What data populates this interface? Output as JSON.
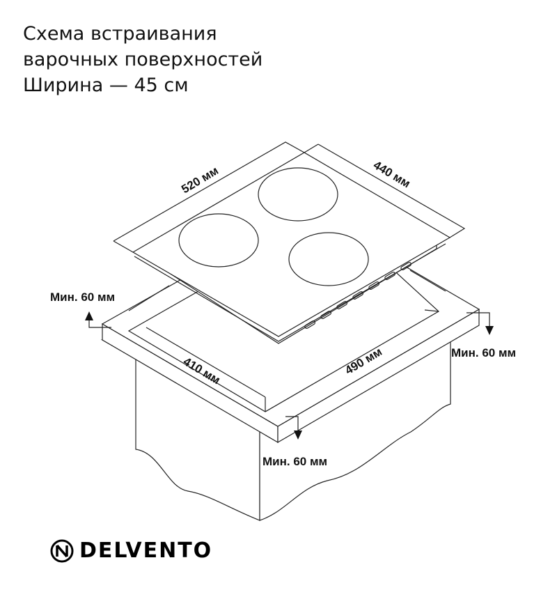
{
  "title": {
    "line1": "Схема встраивания",
    "line2": "варочных поверхностей",
    "line3": "Ширина — 45 см"
  },
  "dimensions": {
    "hob_width": "520 мм",
    "hob_depth": "440 мм",
    "cutout_depth": "410 мм",
    "cutout_width": "490 мм",
    "min_back": "Мин. 60 мм",
    "min_side": "Мин. 60 мм",
    "min_front": "Мин. 60 мм"
  },
  "brand": {
    "name": "DELVENTO",
    "icon": "delvento-logo-icon"
  }
}
